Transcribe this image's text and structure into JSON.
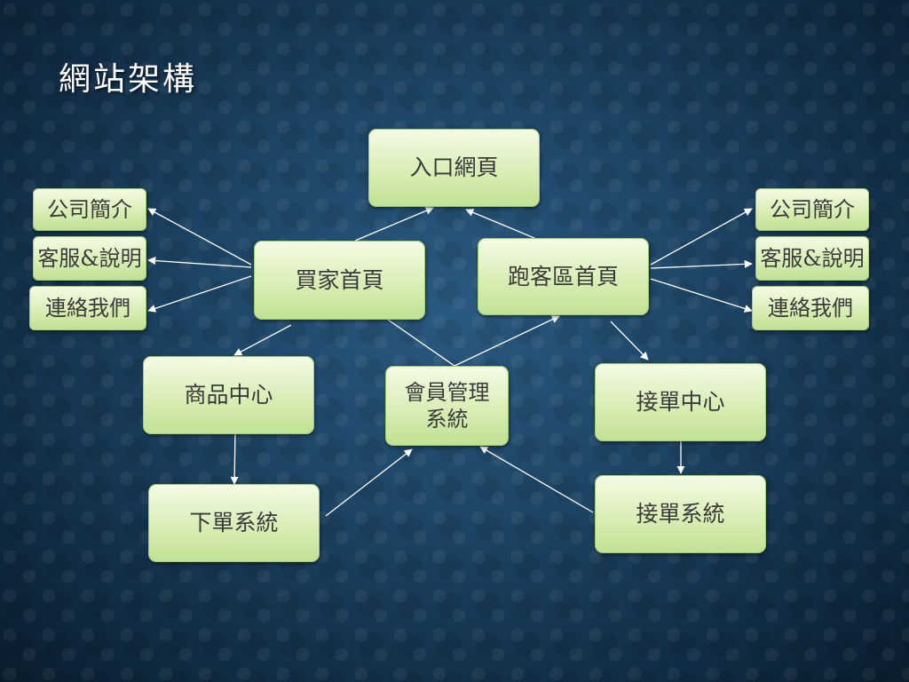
{
  "slide": {
    "title": "網站架構"
  },
  "nodes": {
    "portal": "入口網頁",
    "buyer_home": "買家首頁",
    "runner_home": "跑客區首頁",
    "left_about": "公司簡介",
    "left_service": "客服&說明",
    "left_contact": "連絡我們",
    "right_about": "公司簡介",
    "right_service": "客服&說明",
    "right_contact": "連絡我們",
    "product_center": "商品中心",
    "order_system": "下單系統",
    "member_system": "會員管理\n系統",
    "accept_center": "接單中心",
    "accept_system": "接單系統"
  },
  "colors": {
    "node_fill_top": "#f4fbe5",
    "node_fill_bottom": "#c1e194",
    "node_border": "#9fca6e",
    "arrow": "#ffffff",
    "background": "#1d4566"
  }
}
